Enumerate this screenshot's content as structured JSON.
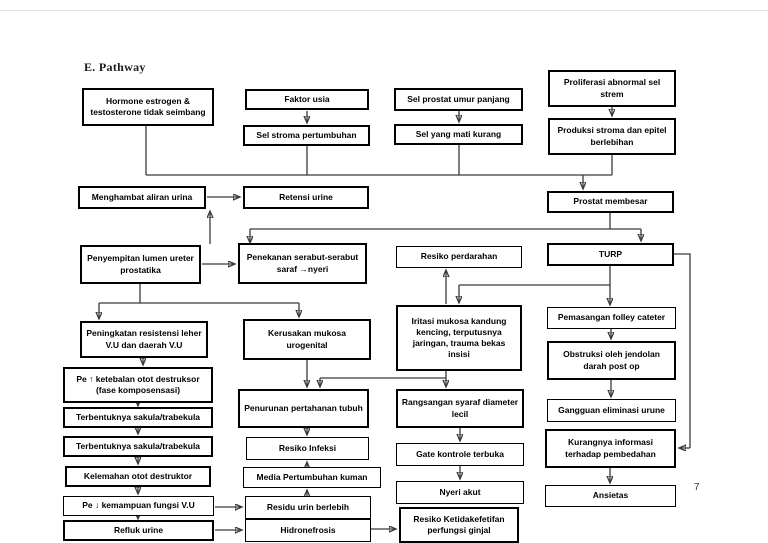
{
  "page": {
    "heading": "E.  Pathway",
    "page_number": "7"
  },
  "nodes": {
    "hormone": "Hormone estrogen & testosterone tidak seimbang",
    "faktor_usia": "Faktor usia",
    "sel_stroma": "Sel stroma pertumbuhan",
    "sel_prostat": "Sel prostat umur panjang",
    "sel_mati": "Sel yang mati kurang",
    "proliferasi": "Proliferasi abnormal sel strem",
    "produksi": "Produksi stroma dan epitel berlebihan",
    "menghambat": "Menghambat aliran urina",
    "retensi": "Retensi urine",
    "prostat_membesar": "Prostat membesar",
    "penyempitan": "Penyempitan lumen ureter prostatika",
    "penekanan": "Penekanan serabut-serabut saraf →nyeri",
    "resiko_perdarahan": "Resiko perdarahan",
    "turp": "TURP",
    "peningkatan": "Peningkatan resistensi leher V.U dan daerah V.U",
    "kerusakan": "Kerusakan mukosa urogenital",
    "iritasi": "Iritasi mukosa kandung kencing, terputusnya jaringan, trauma bekas insisi",
    "pemasangan": "Pemasangan folley cateter",
    "pe_ketebalan": "Pe ↑ ketebalan otot destruksor (fase komposensasi)",
    "obstruksi": "Obstruksi oleh jendolan darah post op",
    "terbentuk_1": "Terbentuknya sakula/trabekula",
    "penurunan": "Penurunan pertahanan tubuh",
    "rangsangan": "Rangsangan syaraf diameter lecil",
    "gangguan": "Gangguan eliminasi urune",
    "terbentuk_2": "Terbentuknya sakula/trabekula",
    "resiko_infeksi": "Resiko Infeksi",
    "gate": "Gate kontrole terbuka",
    "kurangnya": "Kurangnya informasi terhadap pembedahan",
    "kelemahan": "Kelemahan otot destruktor",
    "media": "Media Pertumbuhan kuman",
    "nyeri_akut": "Nyeri akut",
    "ansietas": "Ansietas",
    "pe_kemampuan": "Pe ↓ kemampuan fungsi V.U",
    "residu": "Residu urin berlebih",
    "refluk": "Refluk urine",
    "hidronefrosis": "Hidronefrosis",
    "resiko_ketidakefetifan": "Resiko Ketidakefetifan perfungsi ginjal"
  }
}
